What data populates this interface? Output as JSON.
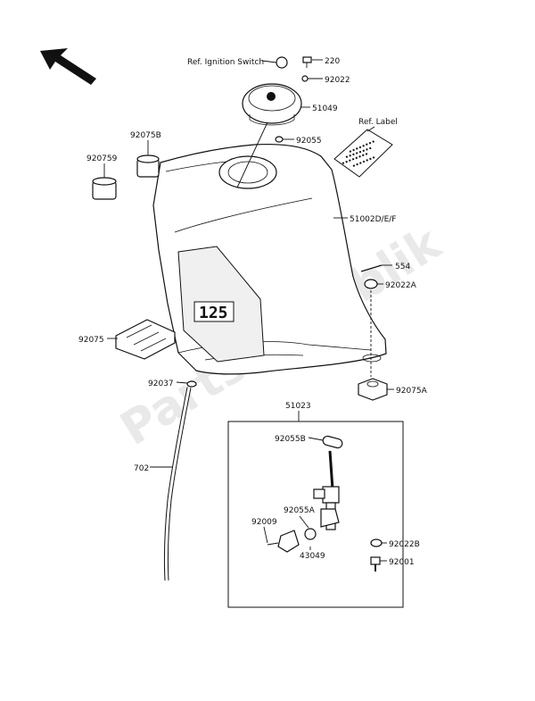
{
  "watermark": "PartsRepublik",
  "model_badge": "125",
  "labels": {
    "ref_ignition_switch": "Ref. Ignition Switch",
    "p220": "220",
    "p92022": "92022",
    "p51049": "51049",
    "p92055": "92055",
    "ref_label": "Ref. Label",
    "p92075b": "92075B",
    "p920759": "920759",
    "p51002": "51002D/E/F",
    "p554": "554",
    "p92022a": "92022A",
    "p92075": "92075",
    "p92075a": "92075A",
    "p92037": "92037",
    "p51023": "51023",
    "p92055b": "92055B",
    "p702": "702",
    "p92055a": "92055A",
    "p92009": "92009",
    "p43049": "43049",
    "p92022b": "92022B",
    "p92001": "92001"
  }
}
